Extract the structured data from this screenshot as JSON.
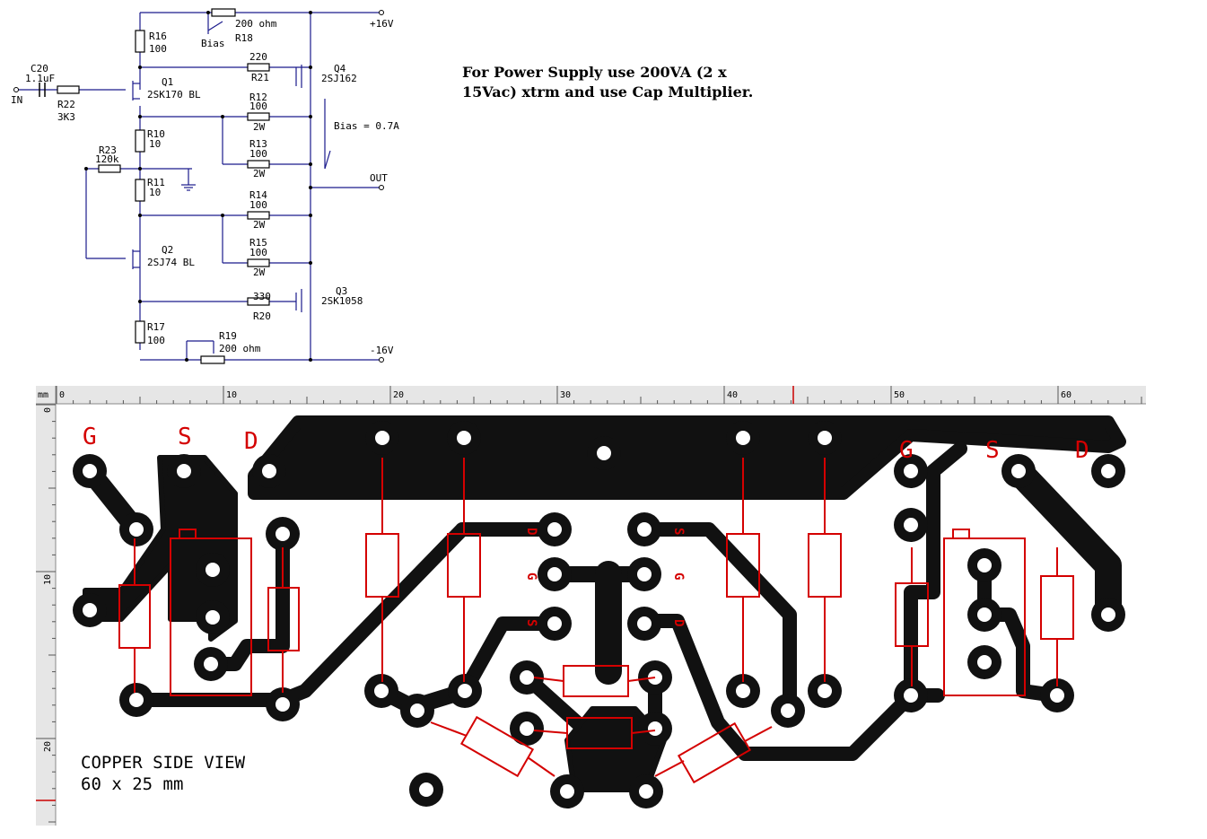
{
  "note": "For Power Supply use 200VA (2 x 15Vac) xtrm and use Cap Multiplier.",
  "schematic": {
    "rail_pos": "+16V",
    "rail_neg": "-16V",
    "input": "IN",
    "output": "OUT",
    "bias_word": "Bias",
    "bias_current": "Bias = 0.7A",
    "c20": {
      "ref": "C20",
      "value": "1.1uF"
    },
    "r22": {
      "ref": "R22",
      "value": "3K3"
    },
    "r16": {
      "ref": "R16",
      "value": "100"
    },
    "r18": {
      "ref": "R18",
      "value": "200 ohm"
    },
    "r21": {
      "ref": "R21",
      "value": "220"
    },
    "r12": {
      "ref": "R12",
      "value": "100",
      "power": "2W"
    },
    "r13": {
      "ref": "R13",
      "value": "100",
      "power": "2W"
    },
    "r14": {
      "ref": "R14",
      "value": "100",
      "power": "2W"
    },
    "r15": {
      "ref": "R15",
      "value": "100",
      "power": "2W"
    },
    "r10": {
      "ref": "R10",
      "value": "10"
    },
    "r11": {
      "ref": "R11",
      "value": "10"
    },
    "r23": {
      "ref": "R23",
      "value": "120k"
    },
    "r20": {
      "ref": "R20",
      "value": "330"
    },
    "r17": {
      "ref": "R17",
      "value": "100"
    },
    "r19": {
      "ref": "R19",
      "value": "200 ohm"
    },
    "q1": {
      "ref": "Q1",
      "part": "2SK170 BL"
    },
    "q2": {
      "ref": "Q2",
      "part": "2SJ74 BL"
    },
    "q3": {
      "ref": "Q3",
      "part": "2SK1058"
    },
    "q4": {
      "ref": "Q4",
      "part": "2SJ162"
    }
  },
  "pcb": {
    "unit": "mm",
    "ruler_top": [
      "0",
      "10",
      "20",
      "30",
      "40",
      "50",
      "60"
    ],
    "ruler_left": [
      "0",
      "10",
      "20"
    ],
    "view_line1": "COPPER SIDE VIEW",
    "view_line2": "60 x 25 mm",
    "pin_labels": {
      "g": "G",
      "s": "S",
      "d": "D"
    }
  }
}
